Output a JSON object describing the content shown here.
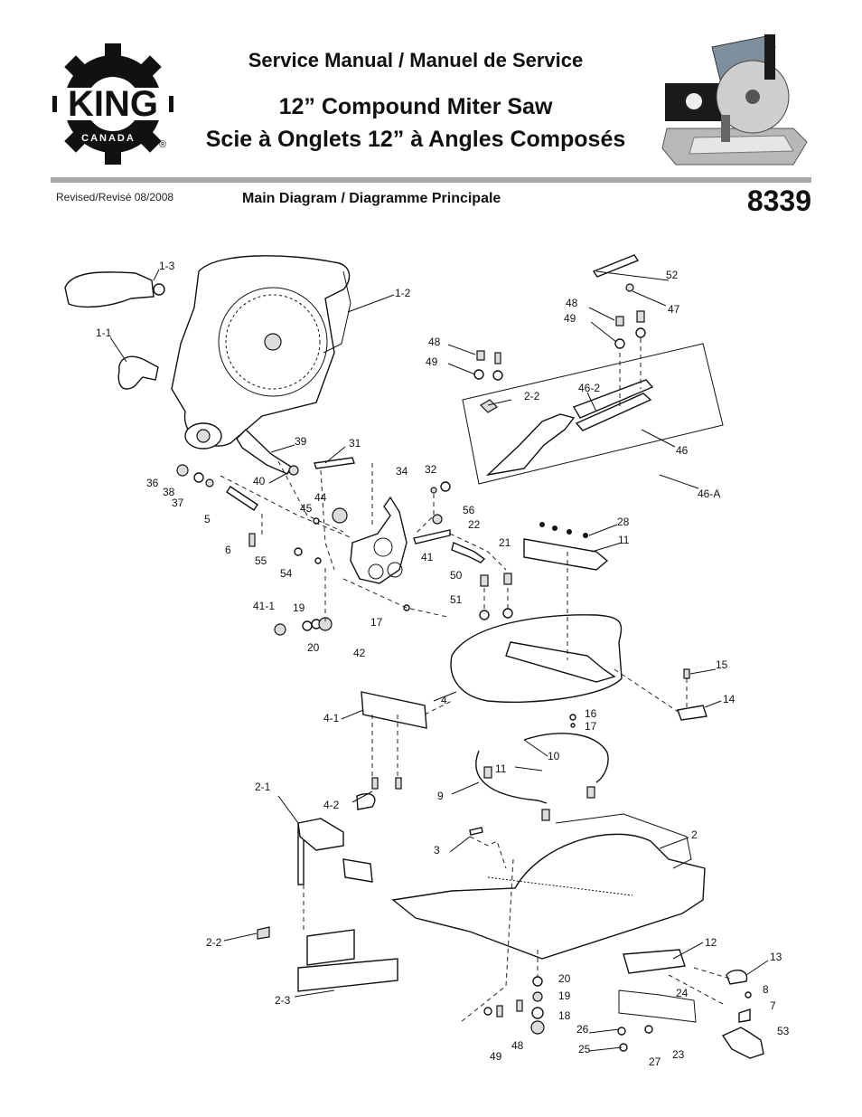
{
  "header": {
    "logo_text": "KING",
    "logo_subtext": "CANADA",
    "logo_mark": "®",
    "title_line1": "Service Manual / Manuel de Service",
    "title_line2": "12” Compound Miter Saw",
    "title_line3": "Scie à Onglets 12” à Angles Composés",
    "revised": "Revised/Revisé 08/2008",
    "section_title": "Main Diagram / Diagramme Principale",
    "model_number": "8339"
  },
  "colors": {
    "rule": "#a9a9a9",
    "text": "#111111"
  },
  "diagram": {
    "part_labels": [
      "1-3",
      "1-2",
      "1-1",
      "39",
      "31",
      "40",
      "36",
      "38",
      "37",
      "5",
      "6",
      "34",
      "32",
      "44",
      "45",
      "56",
      "22",
      "21",
      "41",
      "55",
      "54",
      "50",
      "51",
      "41-1",
      "19",
      "20",
      "42",
      "17",
      "52",
      "47",
      "48",
      "49",
      "48",
      "49",
      "2-2",
      "46-2",
      "46",
      "46-A",
      "28",
      "11",
      "15",
      "14",
      "4",
      "16",
      "17",
      "4-1",
      "10",
      "11",
      "9",
      "4-2",
      "2-1",
      "3",
      "2",
      "2-2",
      "2-3",
      "12",
      "13",
      "8",
      "7",
      "24",
      "53",
      "20",
      "19",
      "18",
      "26",
      "25",
      "27",
      "23",
      "49",
      "48"
    ]
  }
}
